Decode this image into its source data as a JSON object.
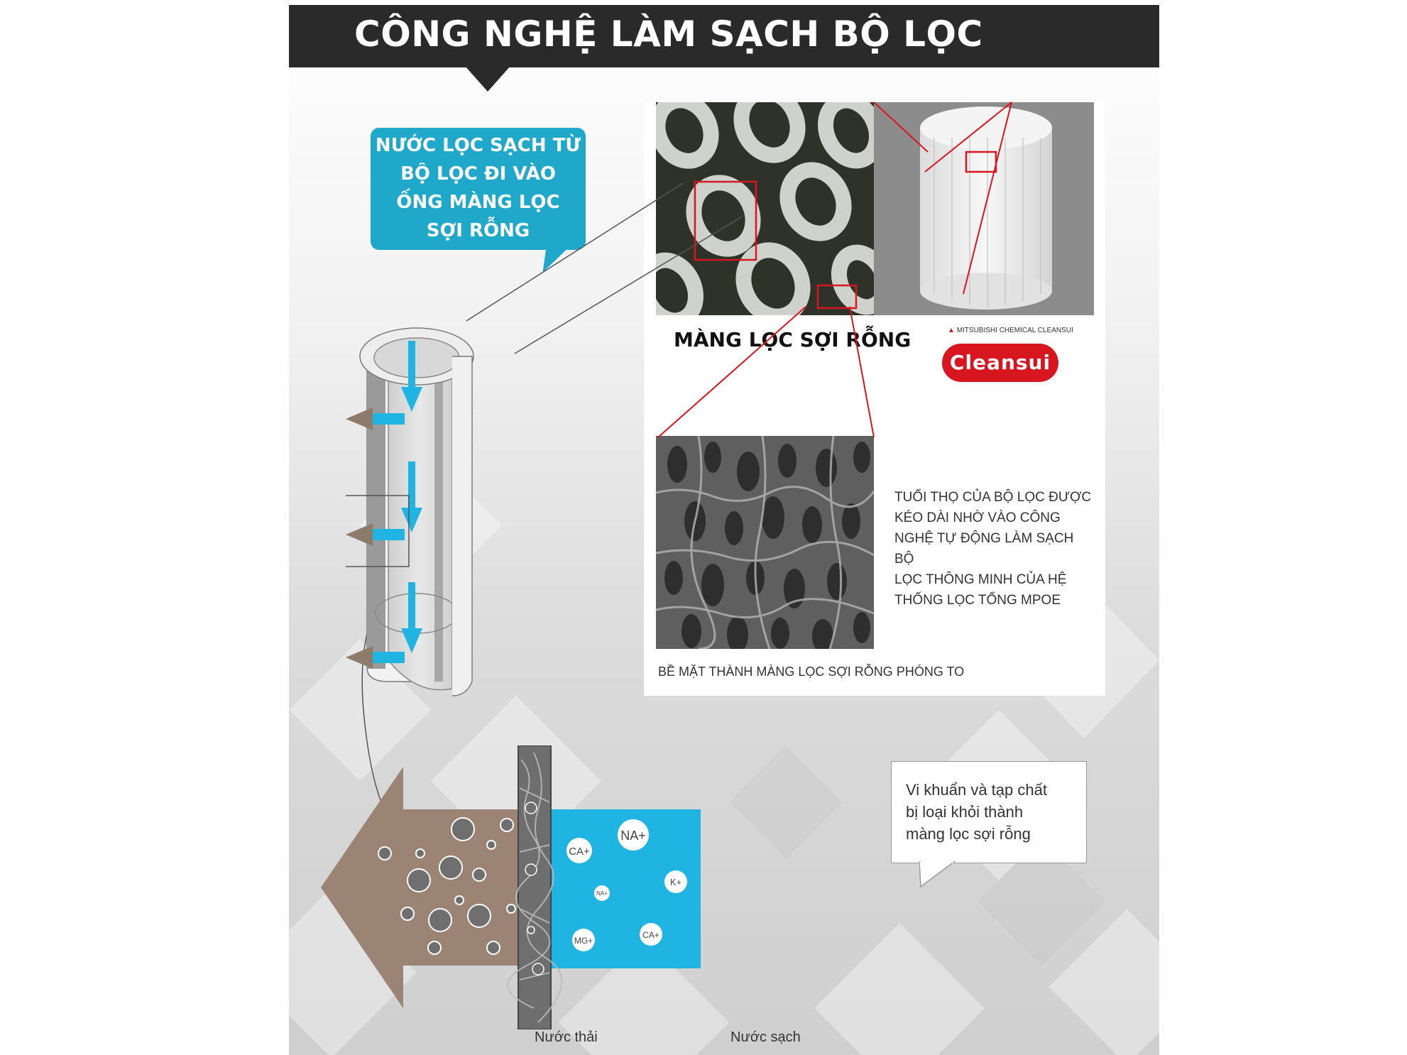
{
  "header": {
    "title": "CÔNG NGHỆ LÀM SẠCH BỘ LỌC"
  },
  "bubble": {
    "lines": [
      "NƯỚC LỌC SẠCH TỪ",
      "BỘ LỌC ĐI VÀO",
      "ỐNG MÀNG LỌC",
      "SỢI RỖNG"
    ]
  },
  "membrane": {
    "title": "MÀNG LỌC SỢI RỖNG"
  },
  "brand": {
    "maker": "MITSUBISHI CHEMICAL CLEANSUI",
    "logo": "Cleansui",
    "color": "#d7161f"
  },
  "description": {
    "lines": [
      "TUỔI THỌ CỦA BỘ LỌC ĐƯỢC",
      "KÉO DÀI NHỜ VÀO CÔNG",
      "NGHỆ TỰ ĐỘNG LÀM SẠCH BỘ",
      "LỌC THÔNG MINH CỦA HỆ",
      "THỐNG LỌC TỔNG MPOE"
    ]
  },
  "surface": {
    "caption": "BỀ MẶT THÀNH MÀNG LỌC SỢI RỖNG PHÓNG TO"
  },
  "callout": {
    "lines": [
      "Vi khuẩn và tạp chất",
      "bị loại khỏi thành",
      "màng lọc sợi rỗng"
    ]
  },
  "ions": [
    "NA+",
    "CA+",
    "K+",
    "NA+",
    "MG+",
    "CA+"
  ],
  "labels": {
    "waste": "Nước thải",
    "clean": "Nước sạch"
  },
  "colors": {
    "header": "#2a2a2a",
    "accent_blue": "#1fa8c9",
    "clean_water": "#1fb4e2",
    "waste": "#9b8473",
    "callout_red": "#d7161f"
  }
}
